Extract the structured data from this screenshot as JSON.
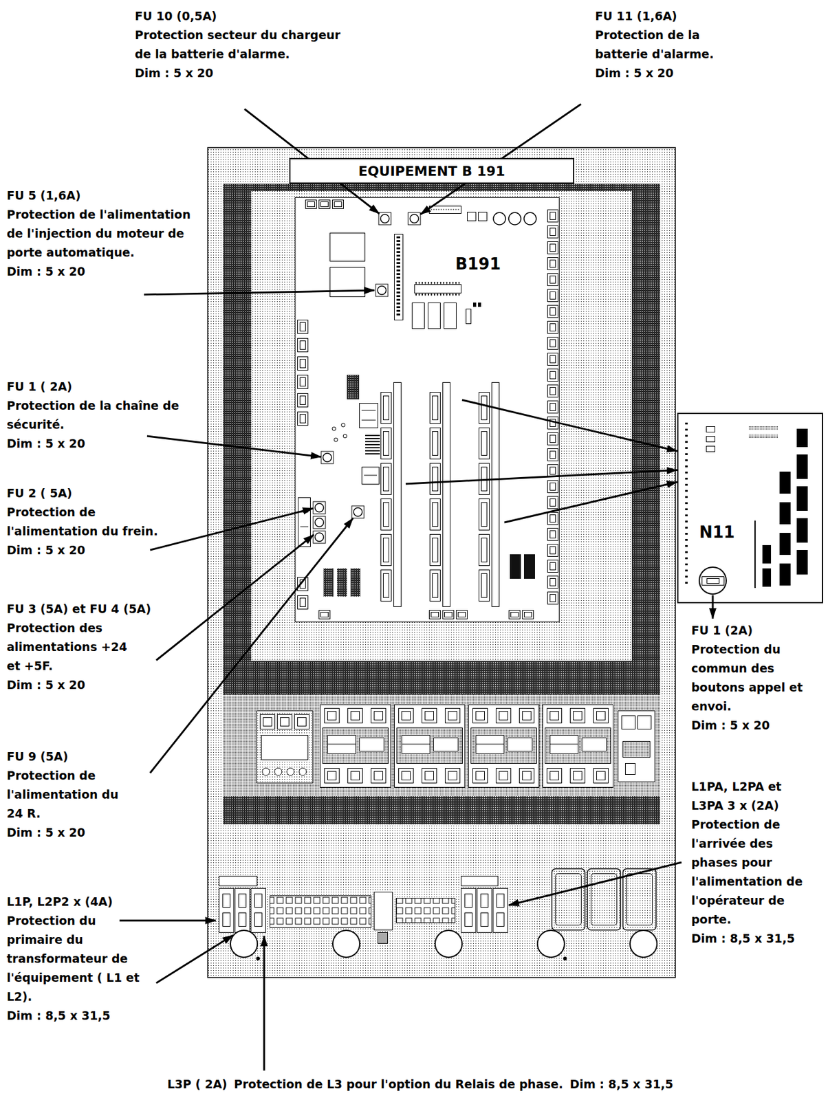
{
  "diagram": {
    "nodes": [
      {
        "text": [
          "EQUIPEMENT B 191"
        ]
      },
      {
        "text": [
          "B191"
        ]
      },
      {
        "text": [
          "N11"
        ]
      }
    ],
    "edges": [
      {
        "from": 1,
        "to": 2,
        "arrow": "to"
      },
      {
        "from": 1,
        "to": 2,
        "arrow": "to"
      },
      {
        "from": 1,
        "to": 2,
        "arrow": "to"
      }
    ],
    "labels": [
      "FU 10 (0,5A)",
      "Protection secteur du chargeur de la batterie d'alarme.",
      "Dim : 5 x 20",
      "FU 11 (1,6A)",
      "Protection de la batterie d'alarme.",
      "Dim : 5 x 20",
      "FU 5 (1,6A)",
      "Protection de l'alimentation de l'injection du moteur de porte automatique.",
      "Dim : 5 x 20",
      "FU 1 ( 2A)",
      "Protection de la chaîne de sécurité.",
      "Dim : 5 x 20",
      "FU 2 ( 5A)",
      "Protection de l'alimentation du frein.",
      "Dim : 5 x 20",
      "FU 3 (5A) et FU 4 (5A)",
      "Protection des alimentations +24 et +5F.",
      "Dim : 5 x 20",
      "FU 9 (5A)",
      "Protection de l'alimentation du 24 R.",
      "Dim : 5 x 20",
      "L1P, L2P2 x (4A)",
      "Protection du primaire du transformateur de l'équipement ( L1 et L2).",
      "Dim : 8,5 x 31,5",
      "L3P ( 2A)",
      "Protection de L3 pour l'option du Relais de phase.",
      "Dim : 8,5 x 31,5",
      "FU 1 (2A)",
      "Protection du commun des boutons appel et envoi.",
      "Dim : 5 x 20",
      "L1PA, L2PA et L3PA 3 x (2A)",
      "Protection de l'arrivée des phases pour l'alimentation de l'opérateur de porte.",
      "Dim : 8,5 x 31,5"
    ]
  }
}
